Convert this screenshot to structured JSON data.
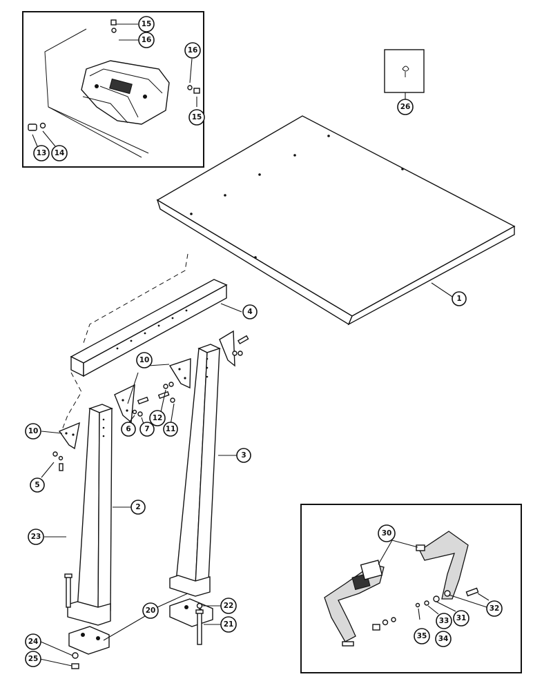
{
  "callouts": [
    {
      "id": "c1",
      "label": "1"
    },
    {
      "id": "c2",
      "label": "2"
    },
    {
      "id": "c3",
      "label": "3"
    },
    {
      "id": "c4",
      "label": "4"
    },
    {
      "id": "c5",
      "label": "5"
    },
    {
      "id": "c6",
      "label": "6"
    },
    {
      "id": "c7",
      "label": "7"
    },
    {
      "id": "c10a",
      "label": "10"
    },
    {
      "id": "c10b",
      "label": "10"
    },
    {
      "id": "c11",
      "label": "11"
    },
    {
      "id": "c12",
      "label": "12"
    },
    {
      "id": "c13",
      "label": "13"
    },
    {
      "id": "c14",
      "label": "14"
    },
    {
      "id": "c15a",
      "label": "15"
    },
    {
      "id": "c15b",
      "label": "15"
    },
    {
      "id": "c16a",
      "label": "16"
    },
    {
      "id": "c16b",
      "label": "16"
    },
    {
      "id": "c20",
      "label": "20"
    },
    {
      "id": "c21",
      "label": "21"
    },
    {
      "id": "c22",
      "label": "22"
    },
    {
      "id": "c23",
      "label": "23"
    },
    {
      "id": "c24",
      "label": "24"
    },
    {
      "id": "c25",
      "label": "25"
    },
    {
      "id": "c26",
      "label": "26"
    },
    {
      "id": "c30",
      "label": "30"
    },
    {
      "id": "c31",
      "label": "31"
    },
    {
      "id": "c32",
      "label": "32"
    },
    {
      "id": "c33",
      "label": "33"
    },
    {
      "id": "c34",
      "label": "34"
    },
    {
      "id": "c35",
      "label": "35"
    }
  ]
}
